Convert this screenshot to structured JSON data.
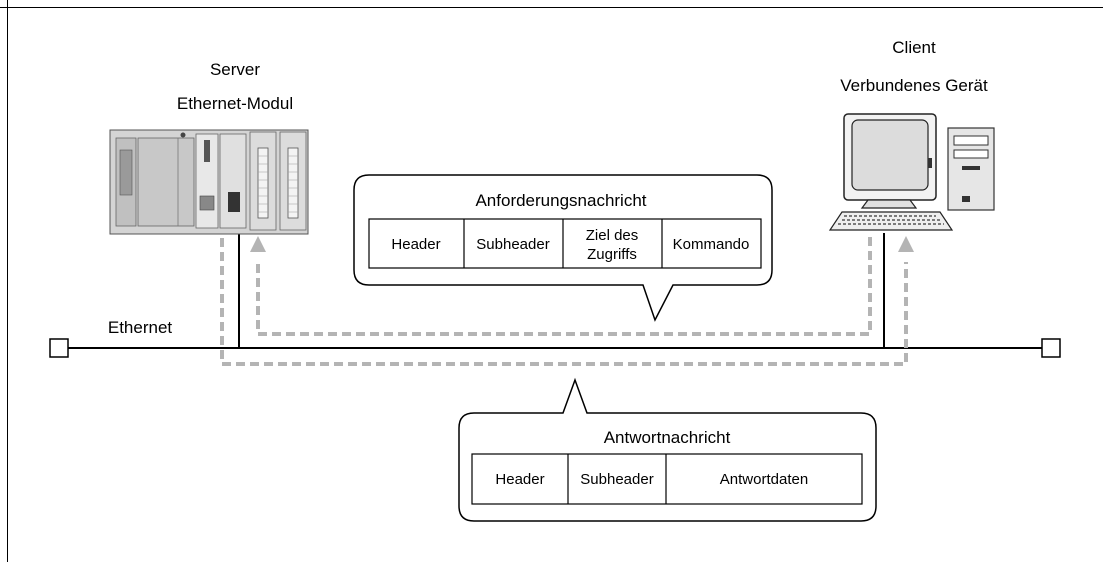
{
  "server": {
    "title": "Server",
    "module": "Ethernet-Modul"
  },
  "client": {
    "title": "Client",
    "device": "Verbundenes Gerät"
  },
  "network": {
    "label": "Ethernet"
  },
  "request": {
    "title": "Anforderungsnachricht",
    "fields": [
      "Header",
      "Subheader",
      "Ziel des Zugriffs",
      "Kommando"
    ],
    "target_line1": "Ziel des",
    "target_line2": "Zugriffs"
  },
  "response": {
    "title": "Antwortnachricht",
    "fields": [
      "Header",
      "Subheader",
      "Antwortdaten"
    ]
  },
  "colors": {
    "line": "#000000",
    "dashed_path": "#b4b4b4",
    "plc_body": "#d4d4d4",
    "monitor_screen": "#dcdcdc"
  },
  "icons": [
    "plc-rack-icon",
    "desktop-computer-icon"
  ]
}
